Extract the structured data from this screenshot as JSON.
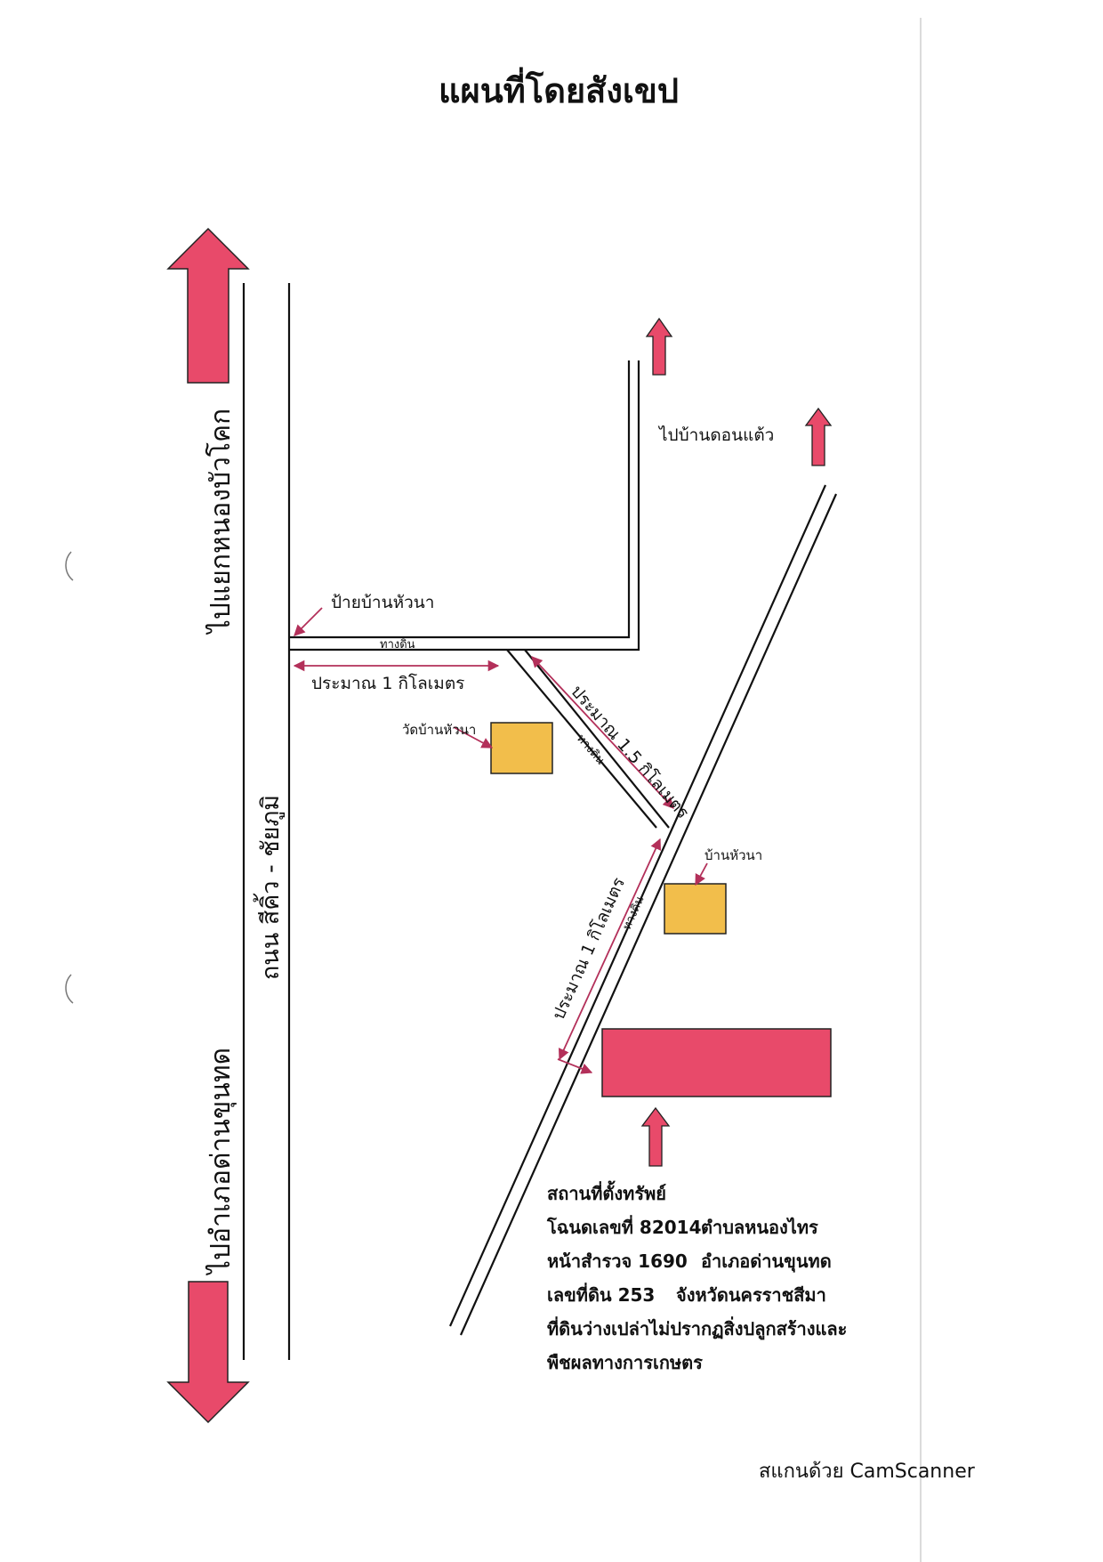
{
  "title": "แผนที่โดยสังเขป",
  "directions": {
    "north_highway": "ไปแยกหนองบัวโคก",
    "south_highway": "ไปอำเภอด่านขุนทด",
    "north_east": "ไปบ้านดอนแต้ว"
  },
  "road_name": "ถนน สีคิ้ว - ชัยภูมิ",
  "labels": {
    "village_sign": "ป้ายบ้านหัวนา",
    "dirt_road_top": "ทางดิน",
    "dirt_road_diag": "ทางดิน",
    "dirt_road_main": "ทางดิน",
    "temple": "วัดบ้านหัวนา",
    "village": "บ้านหัวนา"
  },
  "distances": {
    "horizontal": "ประมาณ 1 กิโลเมตร",
    "diagonal": "ประมาณ 1.5 กิโลเมตร",
    "main_road": "ประมาณ 1 กิโลเมตร"
  },
  "property": {
    "heading": "สถานที่ตั้งทรัพย์",
    "lines": [
      [
        "โฉนดเลขที่ 82014",
        "ตำบลหนองไทร"
      ],
      [
        "หน้าสำรวจ 1690",
        "อำเภอด่านขุนทด"
      ],
      [
        "เลขที่ดิน 253",
        "จังหวัดนครราชสีมา"
      ]
    ],
    "note_line1": "ที่ดินว่างเปล่าไม่ปรากฏสิ่งปลูกสร้างและ",
    "note_line2": "พืชผลทางการเกษตร"
  },
  "footer": "สแกนด้วย CamScanner",
  "colors": {
    "arrow_pink": "#e84a6a",
    "property_block": "#e84a6a",
    "building_yellow": "#f2be4b",
    "dimension_line": "#b3305a"
  }
}
